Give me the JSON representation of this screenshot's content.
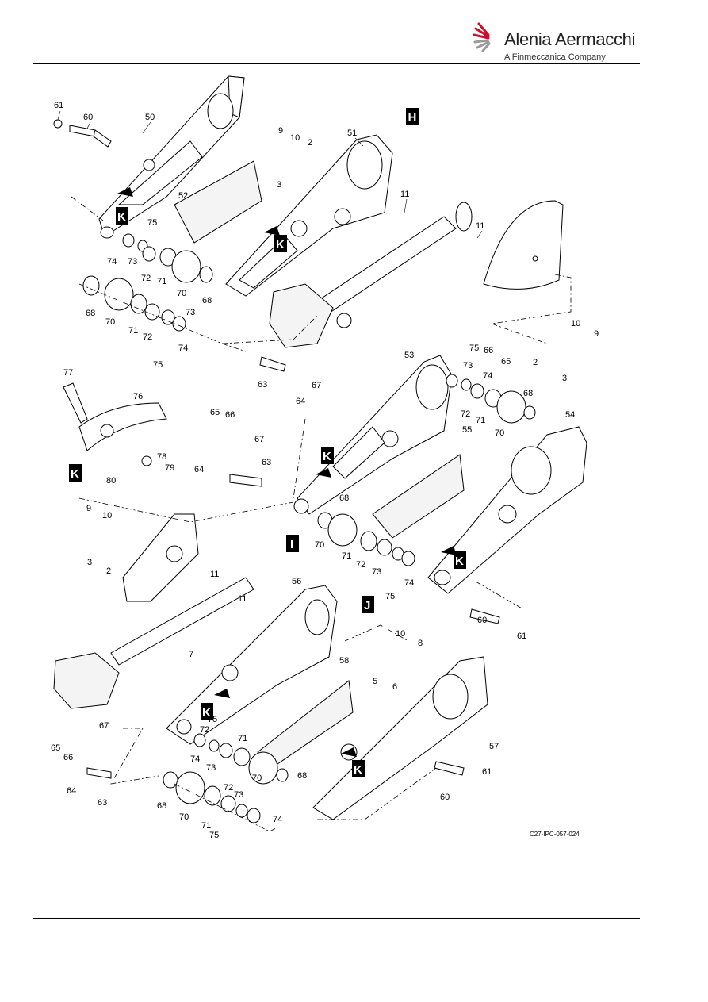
{
  "header": {
    "brand_name": "Alenia Aermacchi",
    "brand_tagline": "A Finmeccanica Company"
  },
  "drawing": {
    "id": "C27-IPC-057-024",
    "view_labels": [
      "H",
      "I",
      "J",
      "K"
    ],
    "callouts": [
      "2",
      "3",
      "5",
      "6",
      "7",
      "8",
      "9",
      "10",
      "11",
      "50",
      "51",
      "52",
      "53",
      "54",
      "55",
      "56",
      "57",
      "58",
      "60",
      "61",
      "63",
      "64",
      "65",
      "66",
      "67",
      "68",
      "70",
      "71",
      "72",
      "73",
      "74",
      "75",
      "76",
      "77",
      "78",
      "79",
      "80"
    ]
  }
}
